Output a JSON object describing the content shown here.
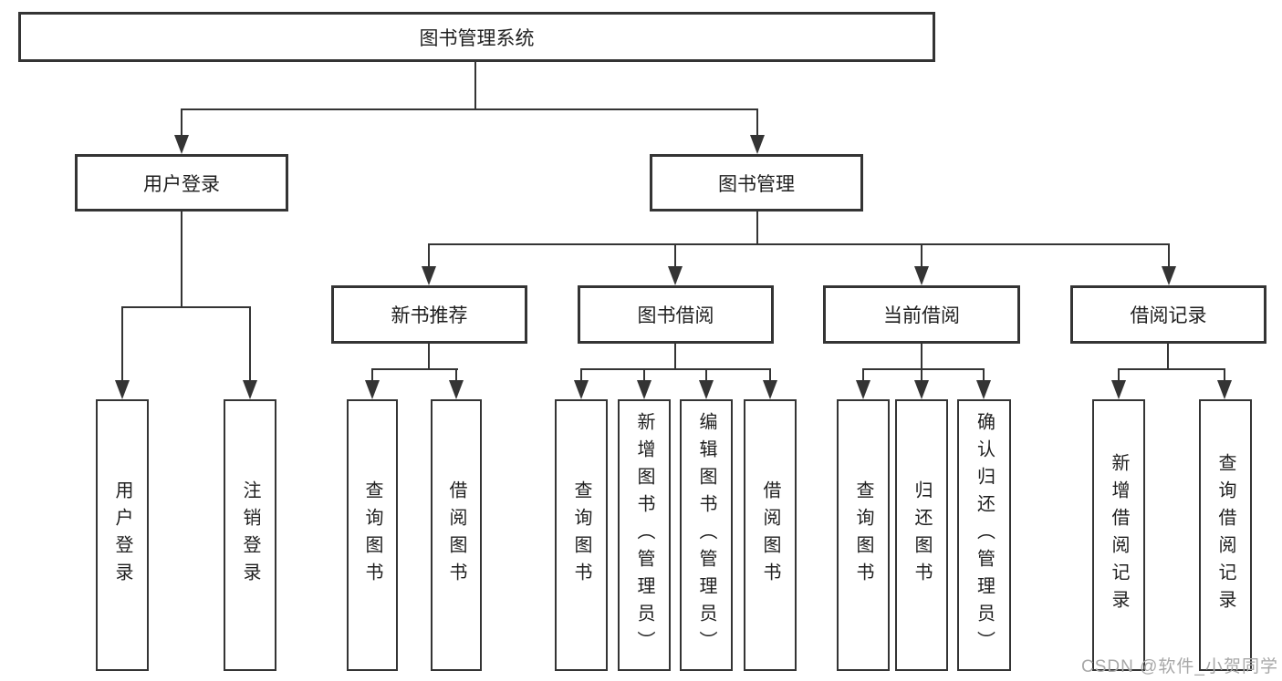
{
  "diagram": {
    "title": "图书管理系统",
    "type": "hierarchy-diagram",
    "tree": {
      "label": "图书管理系统",
      "children": [
        {
          "label": "用户登录",
          "children": [
            {
              "label": "用户登录"
            },
            {
              "label": "注销登录"
            }
          ]
        },
        {
          "label": "图书管理",
          "children": [
            {
              "label": "新书推荐",
              "children": [
                {
                  "label": "查询图书"
                },
                {
                  "label": "借阅图书"
                }
              ]
            },
            {
              "label": "图书借阅",
              "children": [
                {
                  "label": "查询图书"
                },
                {
                  "label": "新增图书（管理员）"
                },
                {
                  "label": "编辑图书（管理员）"
                },
                {
                  "label": "借阅图书"
                }
              ]
            },
            {
              "label": "当前借阅",
              "children": [
                {
                  "label": "查询图书"
                },
                {
                  "label": "归还图书"
                },
                {
                  "label": "确认归还（管理员）"
                }
              ]
            },
            {
              "label": "借阅记录",
              "children": [
                {
                  "label": "新增借阅记录"
                },
                {
                  "label": "查询借阅记录"
                }
              ]
            }
          ]
        }
      ]
    },
    "watermark": "CSDN @软件_小贺同学",
    "colors": {
      "line": "#343434",
      "text": "#1f1f1f",
      "watermark_text": "#a8a8a8",
      "background": "#ffffff"
    }
  }
}
